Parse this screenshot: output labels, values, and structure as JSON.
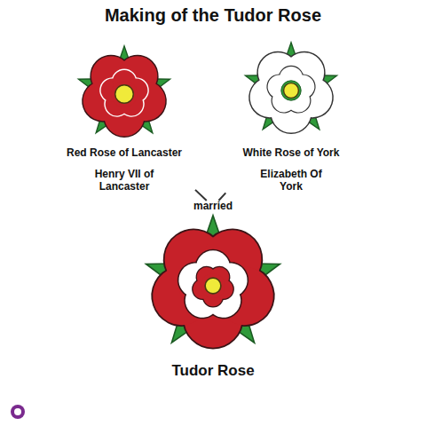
{
  "diagram": {
    "title": "Making of the Tudor Rose",
    "nodes": [
      {
        "text": [
          "Red Rose of Lancaster",
          "Henry VII of Lancaster"
        ]
      },
      {
        "text": [
          "White Rose of York",
          "Elizabeth Of York"
        ]
      },
      {
        "text": [
          "married"
        ]
      },
      {
        "text": [
          "Tudor Rose"
        ]
      }
    ],
    "edges": [
      {
        "from": 0,
        "to": 2,
        "arrow": "none"
      },
      {
        "from": 1,
        "to": 2,
        "arrow": "none"
      }
    ]
  }
}
